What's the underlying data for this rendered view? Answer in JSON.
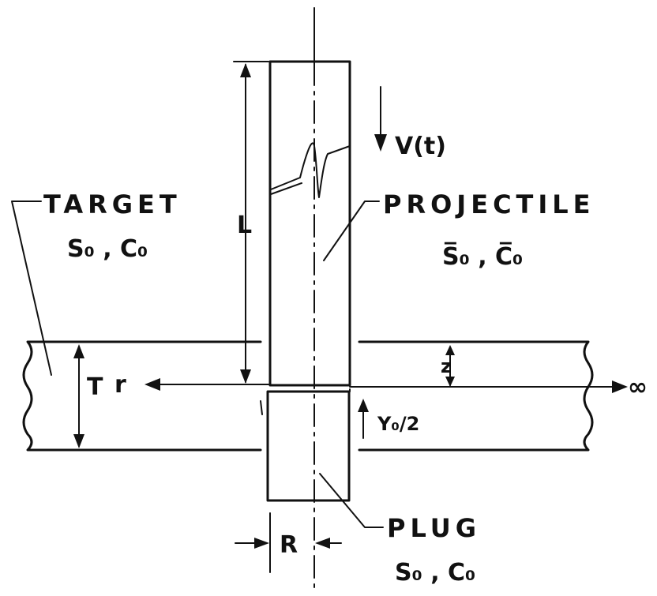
{
  "labels": {
    "target": "TARGET",
    "target_props": "S₀ , C₀",
    "projectile": "PROJECTILE",
    "projectile_props": "S̅₀ , C̅₀",
    "plug": "PLUG",
    "plug_props": "S₀ , C₀",
    "velocity": "V(t)",
    "length": "L",
    "thickness": "T",
    "radial": "r",
    "axial": "z",
    "axis": "∞",
    "offset": "Y₀/2",
    "radius": "R"
  }
}
